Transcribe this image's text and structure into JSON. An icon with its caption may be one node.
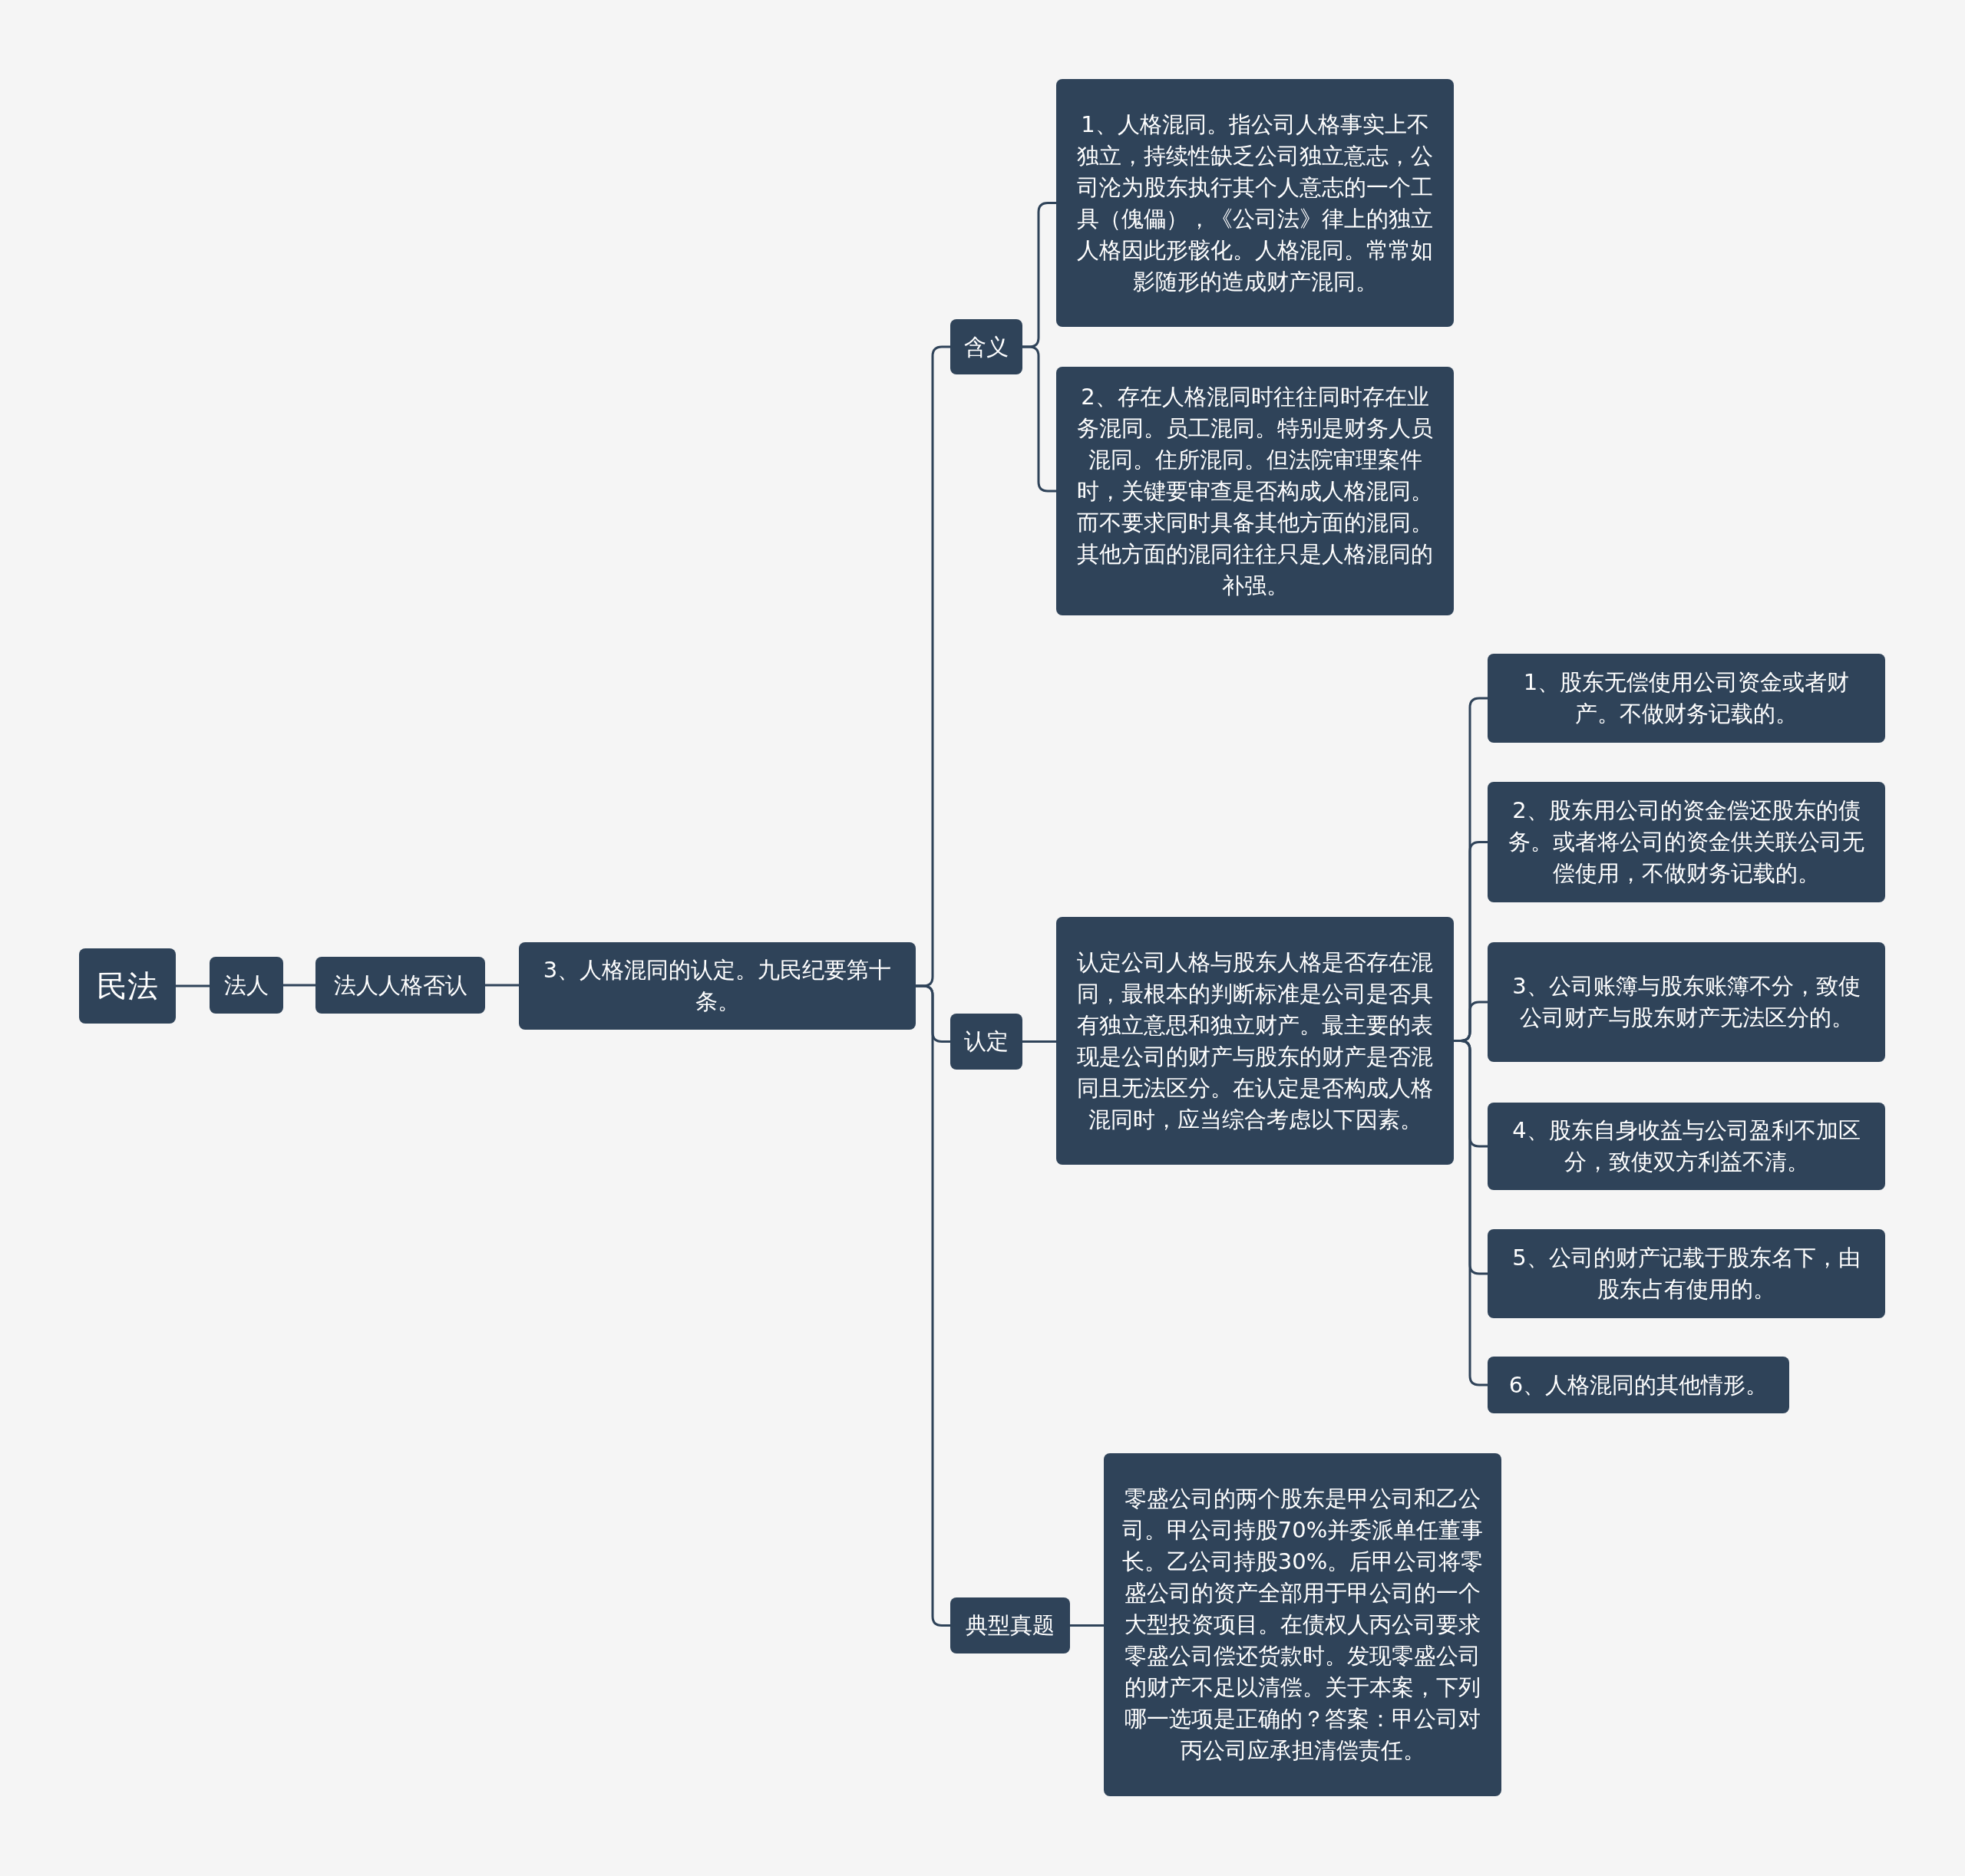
{
  "diagram": {
    "nodes": [
      {
        "text": [
          "民法"
        ]
      },
      {
        "text": [
          "法人"
        ]
      },
      {
        "text": [
          "法人人格否认"
        ]
      },
      {
        "text": [
          "3、人格混同的认定。九民纪要第十条。"
        ]
      },
      {
        "text": [
          "含义"
        ]
      },
      {
        "text": [
          "1、人格混同。指公司人格事实上不独立，持续性缺乏公司独立意志，公司沦为股东执行其个人意志的一个工具（傀儡），《公司法》律上的独立人格因此形骸化。人格混同。常常如影随形的造成财产混同。"
        ]
      },
      {
        "text": [
          "2、存在人格混同时往往同时存在业务混同。员工混同。特别是财务人员混同。住所混同。但法院审理案件时，关键要审查是否构成人格混同。而不要求同时具备其他方面的混同。其他方面的混同往往只是人格混同的补强。"
        ]
      },
      {
        "text": [
          "认定"
        ]
      },
      {
        "text": [
          "认定公司人格与股东人格是否存在混同，最根本的判断标准是公司是否具有独立意思和独立财产。最主要的表现是公司的财产与股东的财产是否混同且无法区分。在认定是否构成人格混同时，应当综合考虑以下因素。"
        ]
      },
      {
        "text": [
          "1、股东无偿使用公司资金或者财产。不做财务记载的。"
        ]
      },
      {
        "text": [
          "2、股东用公司的资金偿还股东的债务。或者将公司的资金供关联公司无偿使用，不做财务记载的。"
        ]
      },
      {
        "text": [
          "3、公司账簿与股东账簿不分，致使公司财产与股东财产无法区分的。"
        ]
      },
      {
        "text": [
          "4、股东自身收益与公司盈利不加区分，致使双方利益不清。"
        ]
      },
      {
        "text": [
          "5、公司的财产记载于股东名下，由股东占有使用的。"
        ]
      },
      {
        "text": [
          "6、人格混同的其他情形。"
        ]
      },
      {
        "text": [
          "典型真题"
        ]
      },
      {
        "text": [
          "零盛公司的两个股东是甲公司和乙公司。甲公司持股70%并委派单任董事长。乙公司持股30%。后甲公司将零盛公司的资产全部用于甲公司的一个大型投资项目。在债权人丙公司要求零盛公司偿还货款时。发现零盛公司的财产不足以清偿。关于本案，下列哪一选项是正确的？答案：甲公司对丙公司应承担清偿责任。"
        ]
      }
    ],
    "edges": [
      {
        "from": 0,
        "to": 1,
        "arrow": "none"
      },
      {
        "from": 1,
        "to": 2,
        "arrow": "none"
      },
      {
        "from": 2,
        "to": 3,
        "arrow": "none"
      },
      {
        "from": 3,
        "to": 4,
        "arrow": "none"
      },
      {
        "from": 4,
        "to": 5,
        "arrow": "none"
      },
      {
        "from": 4,
        "to": 6,
        "arrow": "none"
      },
      {
        "from": 3,
        "to": 7,
        "arrow": "none"
      },
      {
        "from": 7,
        "to": 8,
        "arrow": "none"
      },
      {
        "from": 8,
        "to": 9,
        "arrow": "none"
      },
      {
        "from": 8,
        "to": 10,
        "arrow": "none"
      },
      {
        "from": 8,
        "to": 11,
        "arrow": "none"
      },
      {
        "from": 8,
        "to": 12,
        "arrow": "none"
      },
      {
        "from": 8,
        "to": 13,
        "arrow": "none"
      },
      {
        "from": 8,
        "to": 14,
        "arrow": "none"
      },
      {
        "from": 3,
        "to": 15,
        "arrow": "none"
      },
      {
        "from": 15,
        "to": 16,
        "arrow": "none"
      }
    ]
  }
}
